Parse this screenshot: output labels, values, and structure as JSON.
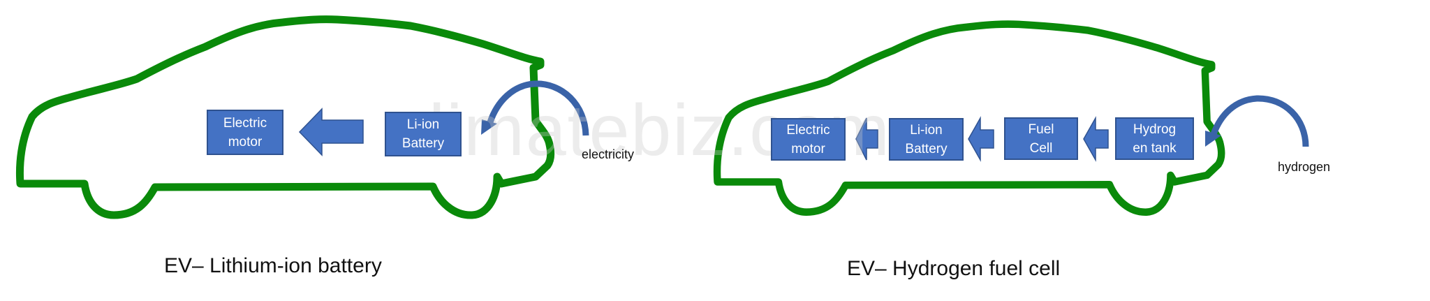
{
  "watermark": "climatebiz.com",
  "colors": {
    "car_outline": "#0A8A0A",
    "box_fill": "#4472C4",
    "box_border": "#2F528F",
    "curved_arrow": "#3A63A8"
  },
  "left": {
    "title": "EV– Lithium-ion battery",
    "input_label": "electricity",
    "blocks": [
      {
        "label": "Electric\nmotor"
      },
      {
        "label": "Li-ion\nBattery"
      }
    ]
  },
  "right": {
    "title": "EV– Hydrogen fuel cell",
    "input_label": "hydrogen",
    "blocks": [
      {
        "label": "Electric\nmotor"
      },
      {
        "label": "Li-ion\nBattery"
      },
      {
        "label": "Fuel\nCell"
      },
      {
        "label": "Hydrog\nen tank"
      }
    ]
  }
}
